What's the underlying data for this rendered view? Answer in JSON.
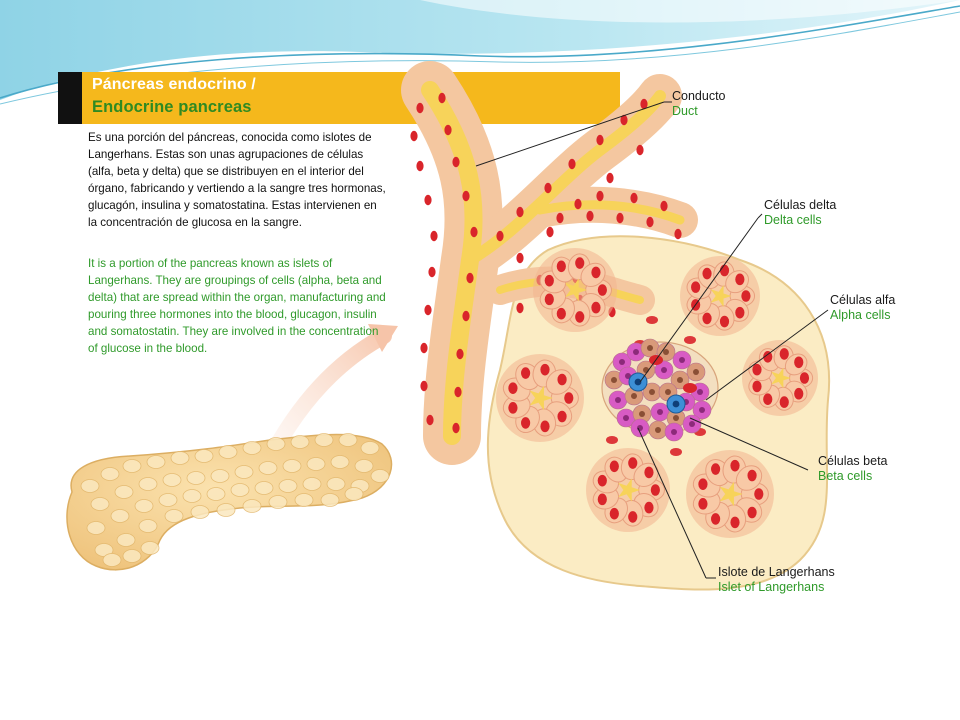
{
  "title": {
    "es": "Páncreas endocrino /",
    "en": "Endocrine pancreas"
  },
  "description": {
    "es": "Es una porción del páncreas, conocida como islotes de Langerhans. Estas son unas agrupaciones de células (alfa, beta y delta) que se distribuyen en el interior del órgano, fabricando y vertiendo a la sangre tres hormonas, glucagón, insulina y somatostatina. Estas intervienen en la concentración de glucosa en la sangre.",
    "en": "It is a portion of the pancreas known as islets of Langerhans. They are groupings of cells (alpha, beta and delta) that are spread within the organ, manufacturing and pouring three hormones into the blood, glucagon, insulin and somatostatin. They are involved in the concentration of glucose in the blood."
  },
  "labels": {
    "duct": {
      "es": "Conducto",
      "en": "Duct"
    },
    "delta": {
      "es": "Células delta",
      "en": "Delta cells"
    },
    "alpha": {
      "es": "Células alfa",
      "en": "Alpha cells"
    },
    "beta": {
      "es": "Células beta",
      "en": "Beta cells"
    },
    "islet": {
      "es": "Islote de Langerhans",
      "en": "Islet of Langerhans"
    }
  },
  "colors": {
    "title_bar": "#f5b81c",
    "english_text": "#2f9a2a",
    "duct_yellow": "#f7d35a",
    "cell_red": "#d9252b",
    "acinus_peach": "#f8c9a6",
    "islet_pink": "#d85bc4",
    "beta_brown": "#d99a7a",
    "delta_blue": "#3d8fd6"
  }
}
